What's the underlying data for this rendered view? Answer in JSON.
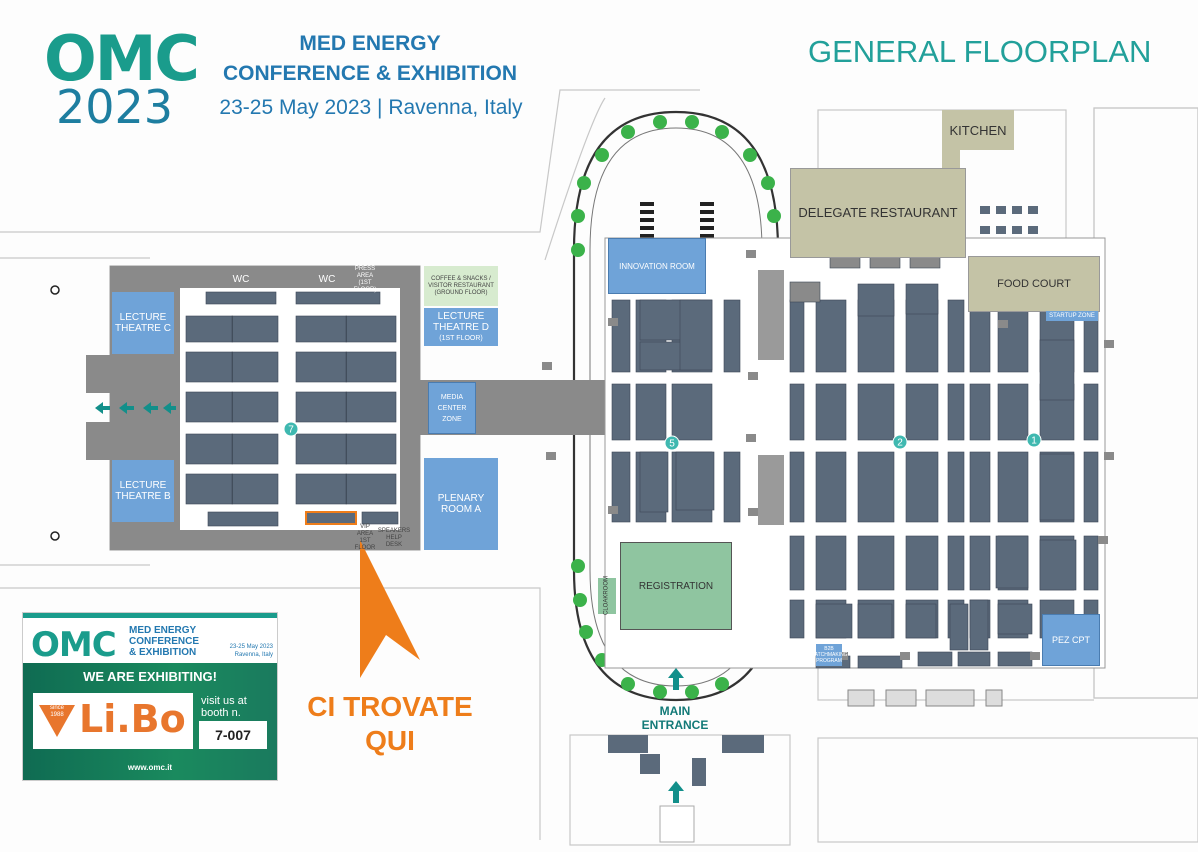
{
  "header": {
    "logo_brand": "OMC",
    "logo_year": "2023",
    "conference_line1": "MED ENERGY",
    "conference_line2": "CONFERENCE & EXHIBITION",
    "dates_location": "23-25 May 2023 | Ravenna, Italy",
    "plan_title": "GENERAL FLOORPLAN"
  },
  "rooms": {
    "kitchen": "KITCHEN",
    "delegate_restaurant": "DELEGATE RESTAURANT",
    "food_court": "FOOD COURT",
    "startup_zone": "STARTUP ZONE",
    "innovation_room": "INNOVATION ROOM",
    "lecture_c": "LECTURE THEATRE C",
    "lecture_b": "LECTURE THEATRE B",
    "lecture_d": "LECTURE THEATRE D",
    "lecture_d_floor": "(1ST FLOOR)",
    "coffee": "COFFEE & SNACKS / VISITOR RESTAURANT",
    "coffee_floor": "(GROUND FLOOR)",
    "wc1": "WC",
    "wc2": "WC",
    "press": "PRESS AREA",
    "press_floor": "(1ST FLOOR)",
    "media": "MEDIA CENTER ZONE",
    "plenary": "PLENARY ROOM A",
    "registration": "REGISTRATION",
    "cloakroom": "CLOAKROOM",
    "pez": "PEZ CPT",
    "b2b": "B2B MATCHMAKING PROGRAM",
    "speakers": "SPEAKERS HELP DESK",
    "vip": "VIP AREA 1ST FLOOR"
  },
  "halls": [
    "1",
    "2",
    "5",
    "7"
  ],
  "entrance": {
    "line1": "MAIN",
    "line2": "ENTRANCE"
  },
  "callout": {
    "line1": "CI TROVATE",
    "line2": "QUI"
  },
  "ad": {
    "brand": "OMC",
    "line1": "MED ENERGY",
    "line2": "CONFERENCE",
    "line3": "& EXHIBITION",
    "dates": "23-25 May 2023",
    "place": "Ravenna, Italy",
    "banner": "WE ARE EXHIBITING!",
    "since": "since",
    "since_year": "1988",
    "company": "Li.Bo",
    "visit": "visit us at",
    "booth_label": "booth n.",
    "booth": "7-007",
    "url": "www.omc.it"
  },
  "colors": {
    "teal": "#1a9c8c",
    "blue_title": "#2378b0",
    "booth": "#5b6a7b",
    "room_blue": "#6fa3d8",
    "khaki": "#c4c3a6",
    "registration_green": "#8fc5a0",
    "corridor": "#8a8a8a",
    "callout_orange": "#ee7d1a",
    "ad_green": "#1a7a5e"
  }
}
